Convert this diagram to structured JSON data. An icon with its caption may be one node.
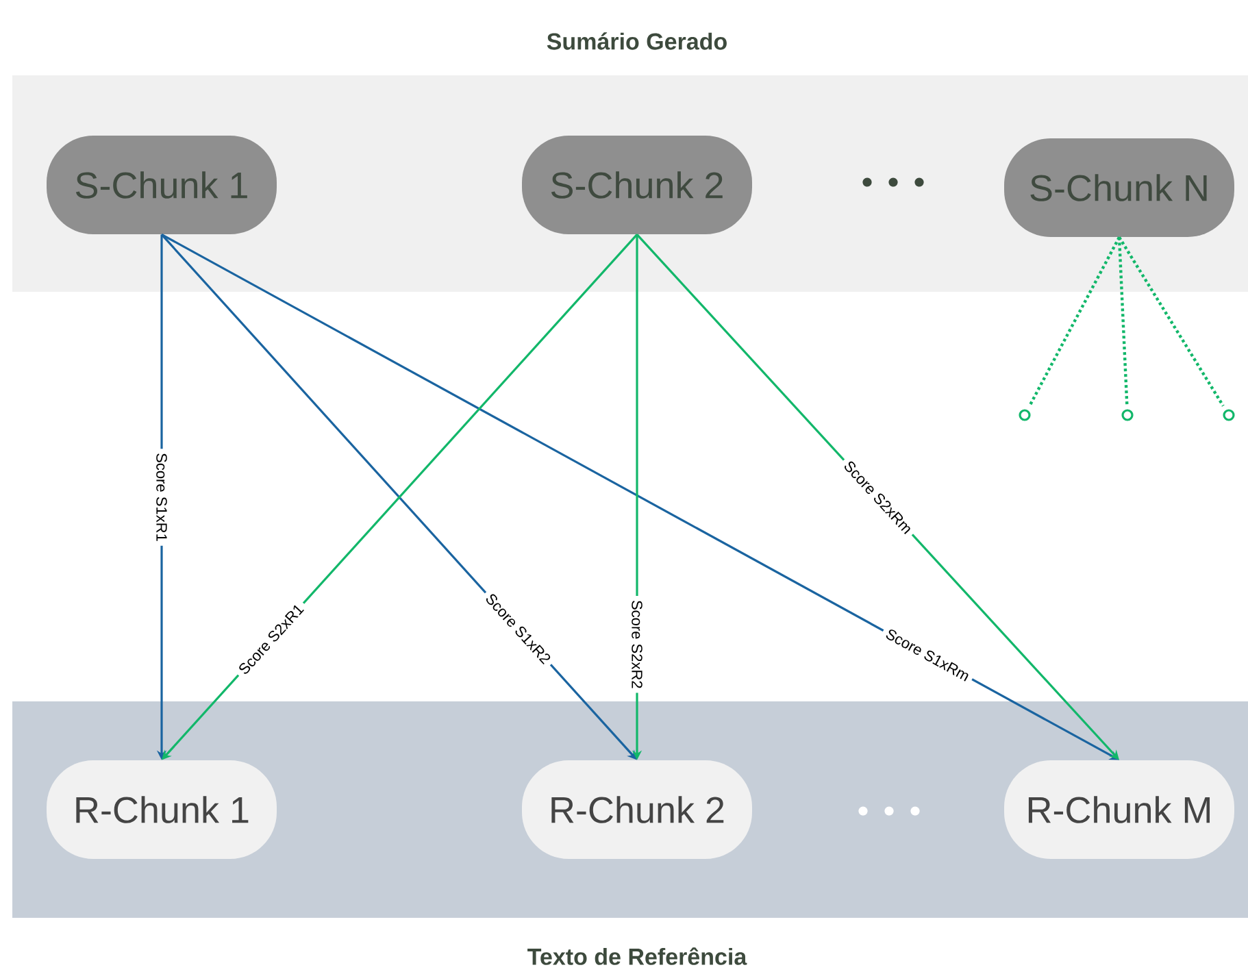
{
  "diagram": {
    "nodes": [
      {
        "text": [
          "Sumário Gerado"
        ]
      },
      {
        "text": [
          "S-Chunk 1"
        ],
        "in": 0
      },
      {
        "text": [
          "S-Chunk 2"
        ],
        "in": 0
      },
      {
        "text": [
          "S-Chunk N"
        ],
        "in": 0
      },
      {
        "text": [
          "Texto de Referência"
        ]
      },
      {
        "text": [
          "R-Chunk 1"
        ],
        "in": 4
      },
      {
        "text": [
          "R-Chunk 2"
        ],
        "in": 4
      },
      {
        "text": [
          "R-Chunk M"
        ],
        "in": 4
      },
      {
        "text": [],
        "shape": "circle"
      },
      {
        "text": [],
        "shape": "circle"
      },
      {
        "text": [],
        "shape": "circle"
      }
    ],
    "edges": [
      {
        "from": 1,
        "to": 5,
        "arrow": "to",
        "label": "Score S1xR1",
        "color": "#1a64a0"
      },
      {
        "from": 1,
        "to": 6,
        "arrow": "to",
        "label": "Score S1xR2",
        "color": "#1a64a0"
      },
      {
        "from": 1,
        "to": 7,
        "arrow": "to",
        "label": "Score S1xRm",
        "color": "#1a64a0"
      },
      {
        "from": 2,
        "to": 5,
        "arrow": "to",
        "label": "Score S2xR1",
        "color": "#12b76a"
      },
      {
        "from": 2,
        "to": 6,
        "arrow": "to",
        "label": "Score S2xR2",
        "color": "#12b76a"
      },
      {
        "from": 2,
        "to": 7,
        "arrow": "to",
        "label": "Score S2xRm",
        "color": "#12b76a"
      },
      {
        "from": 3,
        "to": 8,
        "arrow": "none",
        "style": "dashed",
        "color": "#12b76a"
      },
      {
        "from": 3,
        "to": 9,
        "arrow": "none",
        "style": "dashed",
        "color": "#12b76a"
      },
      {
        "from": 3,
        "to": 10,
        "arrow": "none",
        "style": "dashed",
        "color": "#12b76a"
      }
    ]
  }
}
